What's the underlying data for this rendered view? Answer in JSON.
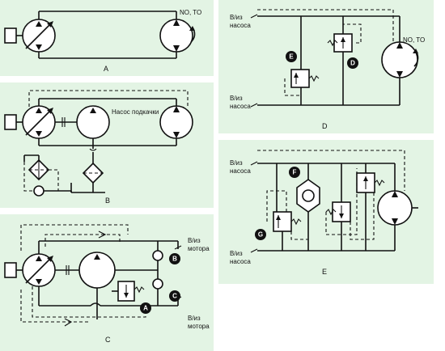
{
  "panels": {
    "a": {
      "caption": "A",
      "motor_label": "NO, TO"
    },
    "b": {
      "caption": "B",
      "charge_pump_label": "Насос подкачки"
    },
    "c": {
      "caption": "C",
      "port_top_line1": "В/из",
      "port_top_line2": "мотора",
      "port_bottom_line1": "В/из",
      "port_bottom_line2": "мотора",
      "badges": [
        "B",
        "C",
        "A"
      ]
    },
    "d": {
      "caption": "D",
      "port_top_line1": "В/из",
      "port_top_line2": "насоса",
      "port_bottom_line1": "В/из",
      "port_bottom_line2": "насоса",
      "motor_label": "NO, TO",
      "badges": [
        "E",
        "D"
      ]
    },
    "e": {
      "caption": "E",
      "port_top_line1": "В/из",
      "port_top_line2": "насоса",
      "port_bottom_line1": "В/из",
      "port_bottom_line2": "насоса",
      "badges": [
        "F",
        "G"
      ]
    }
  }
}
